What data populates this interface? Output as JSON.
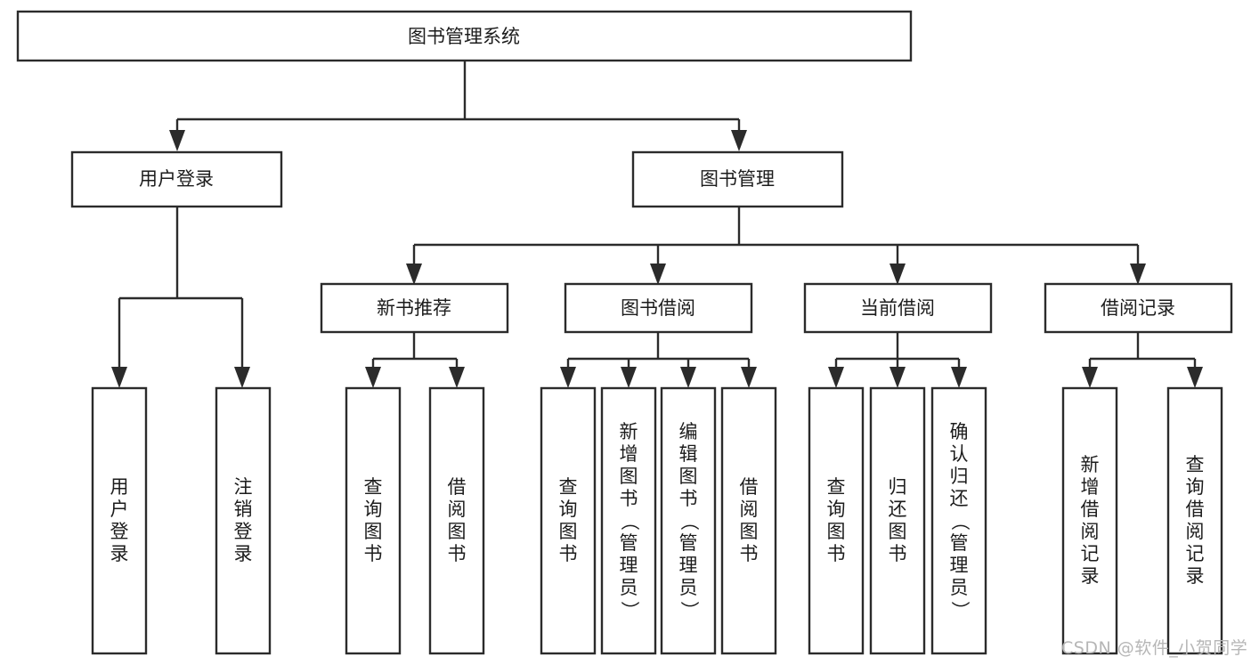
{
  "diagram": {
    "type": "tree",
    "title": "图书管理系统",
    "watermark": "CSDN @软件_小贺同学",
    "colors": {
      "box_stroke": "#2b2b2b",
      "box_fill": "#ffffff",
      "text": "#1c1c1c",
      "watermark": "#b6b6b6",
      "background": "#ffffff"
    },
    "levels": {
      "root": {
        "label": "图书管理系统"
      },
      "level2": [
        {
          "label": "用户登录"
        },
        {
          "label": "图书管理"
        }
      ],
      "level3": [
        {
          "label": "新书推荐"
        },
        {
          "label": "图书借阅"
        },
        {
          "label": "当前借阅"
        },
        {
          "label": "借阅记录"
        }
      ],
      "leaves": [
        {
          "label": "用户登录",
          "parent": "用户登录"
        },
        {
          "label": "注销登录",
          "parent": "用户登录"
        },
        {
          "label": "查询图书",
          "parent": "新书推荐"
        },
        {
          "label": "借阅图书",
          "parent": "新书推荐"
        },
        {
          "label": "查询图书",
          "parent": "图书借阅"
        },
        {
          "label": "新增图书（管理员）",
          "parent": "图书借阅"
        },
        {
          "label": "编辑图书（管理员）",
          "parent": "图书借阅"
        },
        {
          "label": "借阅图书",
          "parent": "图书借阅"
        },
        {
          "label": "查询图书",
          "parent": "当前借阅"
        },
        {
          "label": "归还图书",
          "parent": "当前借阅"
        },
        {
          "label": "确认归还（管理员）",
          "parent": "当前借阅"
        },
        {
          "label": "新增借阅记录",
          "parent": "借阅记录"
        },
        {
          "label": "查询借阅记录",
          "parent": "借阅记录"
        }
      ]
    }
  }
}
